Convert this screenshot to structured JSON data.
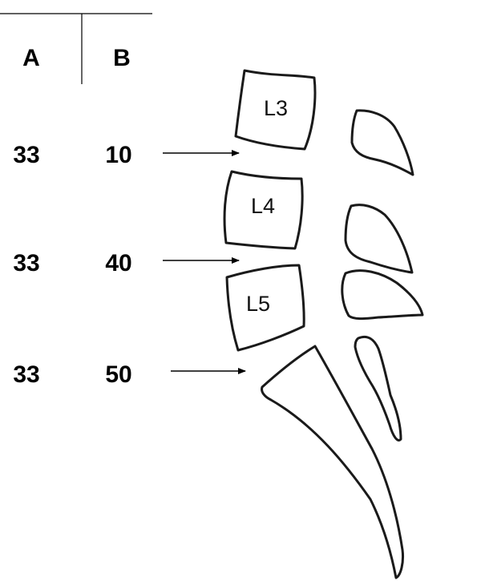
{
  "table": {
    "headers": [
      "A",
      "B"
    ],
    "rows": [
      [
        "33",
        "10"
      ],
      [
        "33",
        "40"
      ],
      [
        "33",
        "50"
      ]
    ]
  },
  "vertebrae": [
    "L3",
    "L4",
    "L5"
  ]
}
